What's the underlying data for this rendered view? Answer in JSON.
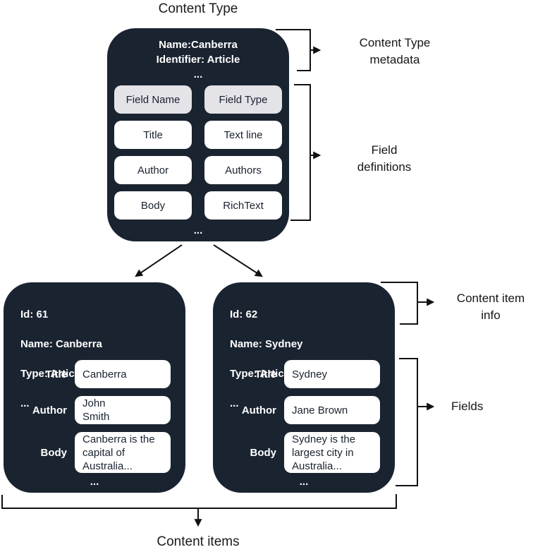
{
  "colors": {
    "box_bg": "#1A2330",
    "chip_bg": "#FFFFFF",
    "header_chip_bg": "#E3E3E8",
    "text_on_dark": "#FFFFFF",
    "chip_text": "#1A2330",
    "line_color": "#111111"
  },
  "diagram_title": "Content Type",
  "content_type_box": {
    "name_line": "Name:Canberra",
    "identifier_line": "Identifier: Article",
    "ellipsis": "...",
    "columns": [
      "Field Name",
      "Field Type"
    ],
    "fields": [
      {
        "name": "Title",
        "type": "Text line"
      },
      {
        "name": "Author",
        "type": "Authors"
      },
      {
        "name": "Body",
        "type": "RichText"
      }
    ],
    "bottom_ellipsis": "..."
  },
  "annotations": {
    "content_type_metadata": "Content Type\nmetadata",
    "field_definitions": "Field\ndefinitions",
    "content_item_info": "Content item\ninfo",
    "fields": "Fields",
    "content_items": "Content items"
  },
  "content_items": [
    {
      "id_line": "Id: 61",
      "name_line": "Name: Canberra",
      "type_line": "Type: Article",
      "ellipsis": "...",
      "fields": [
        {
          "label": "Title",
          "value": "Canberra"
        },
        {
          "label": "Author",
          "value": "John\nSmith"
        },
        {
          "label": "Body",
          "value": "Canberra is the\ncapital of\nAustralia..."
        }
      ],
      "bottom_ellipsis": "..."
    },
    {
      "id_line": "Id: 62",
      "name_line": "Name: Sydney",
      "type_line": "Type: Article",
      "ellipsis": "...",
      "fields": [
        {
          "label": "Title",
          "value": "Sydney"
        },
        {
          "label": "Author",
          "value": "Jane Brown"
        },
        {
          "label": "Body",
          "value": "Sydney is the\nlargest city in\nAustralia..."
        }
      ],
      "bottom_ellipsis": "..."
    }
  ]
}
